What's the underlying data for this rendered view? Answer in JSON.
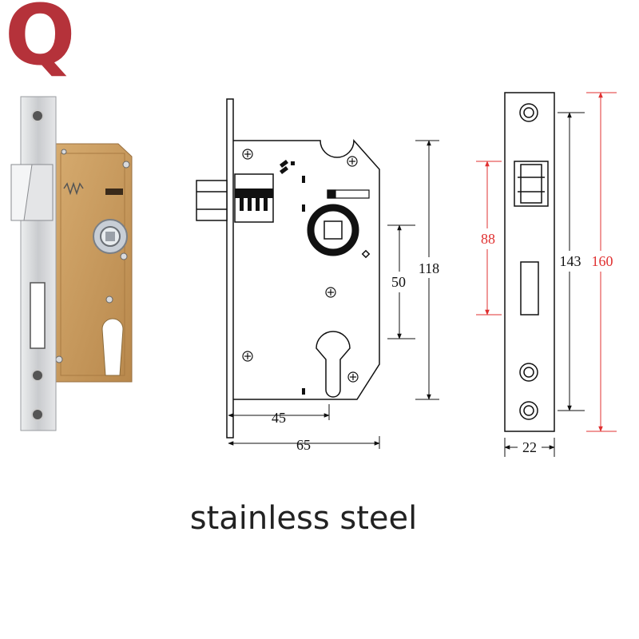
{
  "logo": {
    "text": "Q",
    "color": "#b5323a"
  },
  "caption": "stainless steel",
  "colors": {
    "body_gold": "#c89a5e",
    "body_gold_dark": "#a87a42",
    "steel": "#d9dadc",
    "steel_dark": "#9a9ca0",
    "line": "#111111",
    "dim_red": "#e03030"
  },
  "dimensions": {
    "backset": "45",
    "total_depth": "65",
    "center_distance": "50",
    "body_height": "118",
    "faceplate_width": "22",
    "screw_spacing": "143",
    "faceplate_height": "160",
    "latch_to_deadbolt": "88"
  },
  "icons": [
    "screw-icon",
    "arrow-icon"
  ]
}
